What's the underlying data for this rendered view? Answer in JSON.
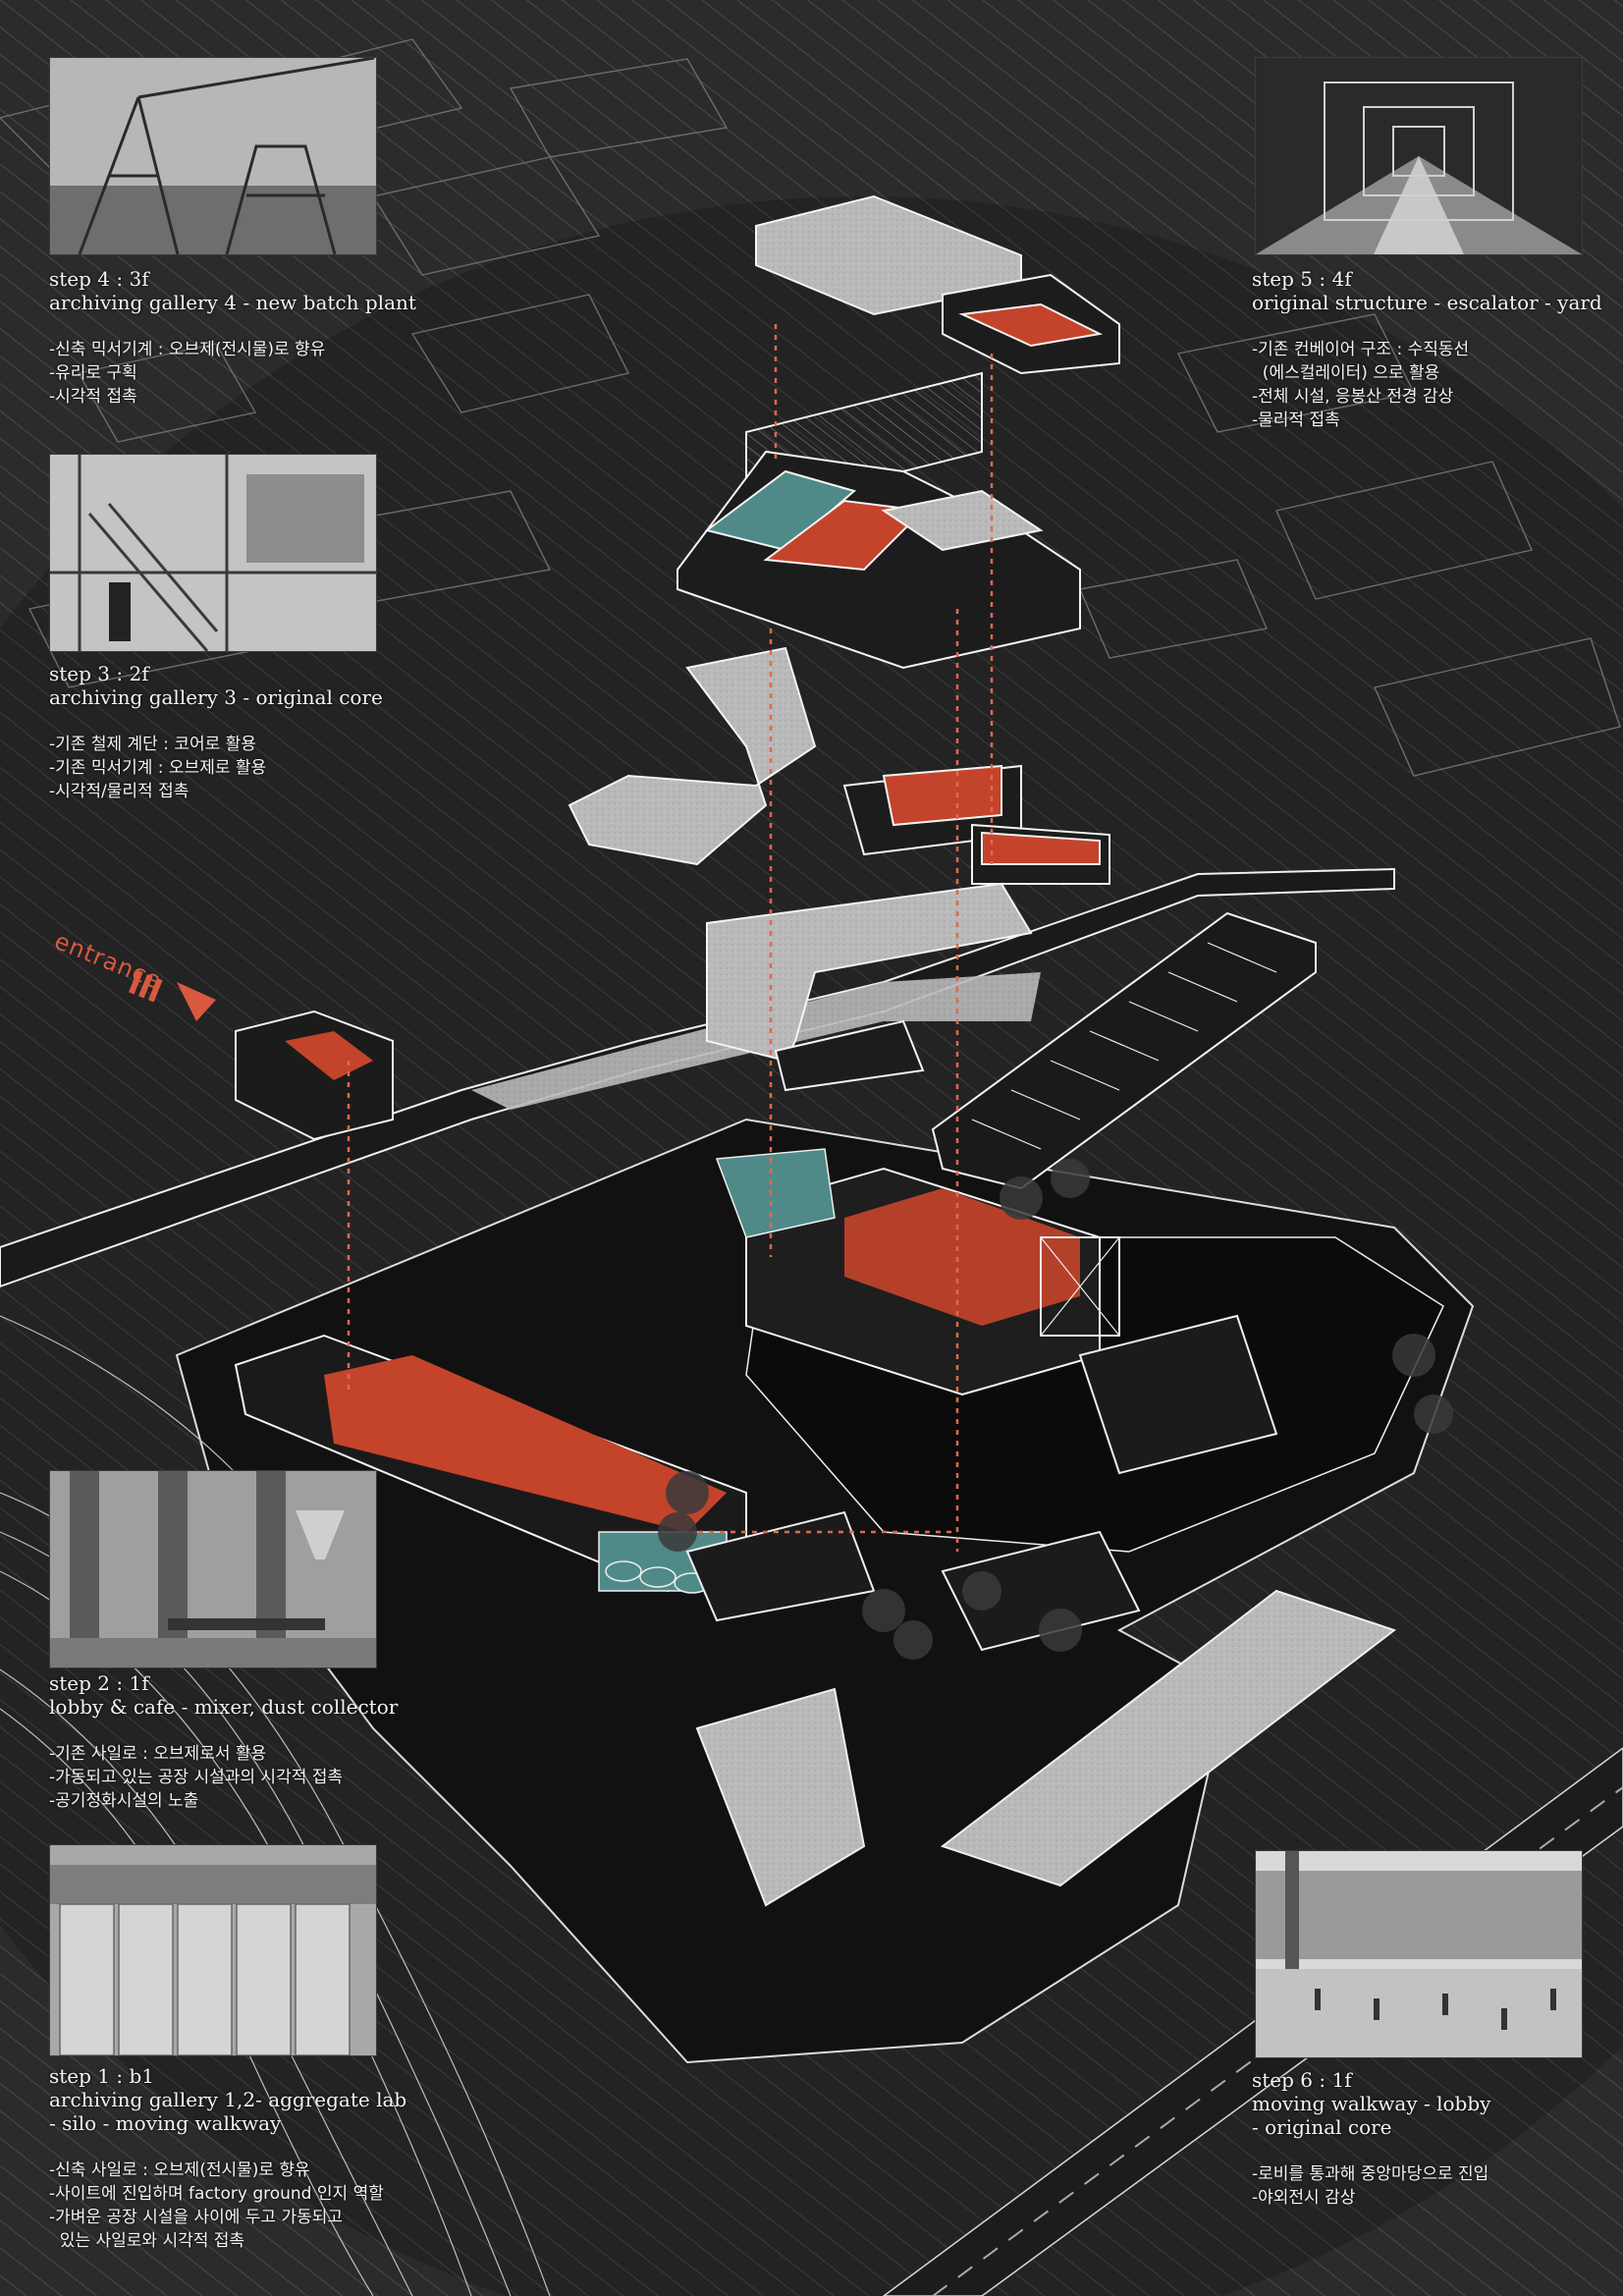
{
  "entrance_label": "entrance",
  "accent_color": "#d9593f",
  "teal_color": "#4f8a88",
  "steps": [
    {
      "id": "step4",
      "title": "step 4 : 3f",
      "subtitle": [
        "archiving gallery 4 - new batch plant"
      ],
      "notes": [
        "-신축 믹서기계 : 오브제(전시물)로 향유",
        "-유리로 구획",
        "-시각적 접촉"
      ],
      "photo": "crane-photo"
    },
    {
      "id": "step3",
      "title": "step 3 : 2f",
      "subtitle": [
        "archiving gallery 3 - original core"
      ],
      "notes": [
        "-기존 철제 계단 : 코어로 활용",
        "-기존 믹서기계 : 오브제로 활용",
        "-시각적/물리적 접촉"
      ],
      "photo": "stair-photo"
    },
    {
      "id": "step2",
      "title": "step 2 : 1f",
      "subtitle": [
        "lobby & cafe - mixer, dust collector"
      ],
      "notes": [
        "-기존 사일로 : 오브제로서 활용",
        "-가동되고 있는 공장 시설과의 시각적 접촉",
        "-공기정화시설의 노출"
      ],
      "photo": "lobby-photo"
    },
    {
      "id": "step1",
      "title": "step 1 : b1",
      "subtitle": [
        "archiving gallery 1,2- aggregate lab",
        "- silo - moving walkway"
      ],
      "notes": [
        "-신축 사일로 : 오브제(전시물)로 향유",
        "-사이트에 진입하며 factory ground 인지 역할",
        "-가벼운 공장 시설을 사이에 두고 가동되고",
        "  있는 사일로와 시각적 접촉"
      ],
      "photo": "silo-photo"
    },
    {
      "id": "step5",
      "title": "step 5 : 4f",
      "subtitle": [
        "original structure - escalator - yard"
      ],
      "notes": [
        "-기존 컨베이어 구조 : 수직동선",
        "  (에스컬레이터) 으로 활용",
        "-전체 시설, 응봉산 전경 감상",
        "-물리적 접촉"
      ],
      "photo": "escalator-photo"
    },
    {
      "id": "step6",
      "title": "step 6 : 1f",
      "subtitle": [
        "moving walkway - lobby",
        "- original core"
      ],
      "notes": [
        "-로비를 통과해 중앙마당으로 진입",
        "-야외전시 감상"
      ],
      "photo": "plaza-photo"
    }
  ]
}
